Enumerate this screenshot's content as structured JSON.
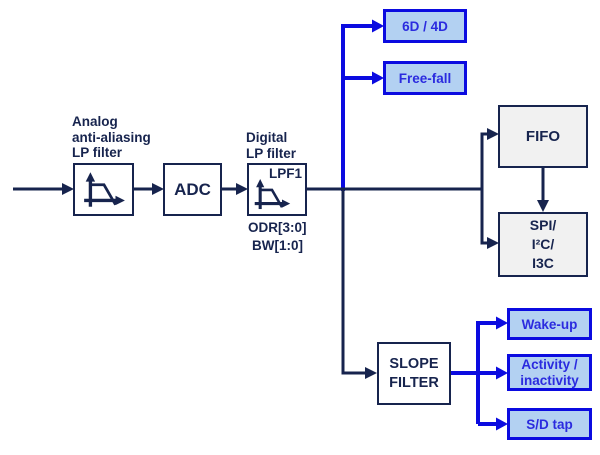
{
  "diagram": {
    "blocks": {
      "analog_filter": {
        "caption": "Analog\nanti-aliasing\nLP filter"
      },
      "adc": {
        "label": "ADC"
      },
      "digital_filter": {
        "caption": "Digital\nLP filter",
        "corner_label": "LPF1",
        "reg_labels": [
          "ODR[3:0]",
          "BW[1:0]"
        ]
      },
      "fifo": {
        "label": "FIFO"
      },
      "serial_interface": {
        "line1": "SPI/",
        "line2": "I²C/",
        "line3": "I3C"
      },
      "slope_filter": {
        "label": "SLOPE\nFILTER"
      },
      "six_d_four_d": {
        "label": "6D / 4D"
      },
      "free_fall": {
        "label": "Free-fall"
      },
      "wake_up": {
        "label": "Wake-up"
      },
      "activity_inactivity": {
        "label": "Activity /\ninactivity"
      },
      "sd_tap": {
        "label": "S/D tap"
      }
    },
    "colors": {
      "navy": "#17244e",
      "blue": "#0b0be0",
      "blue-text": "#2b2bdf",
      "light-blue-fill": "#b3d1f2",
      "gray-fill": "#f1f1f1",
      "background": "#ffffff"
    }
  }
}
